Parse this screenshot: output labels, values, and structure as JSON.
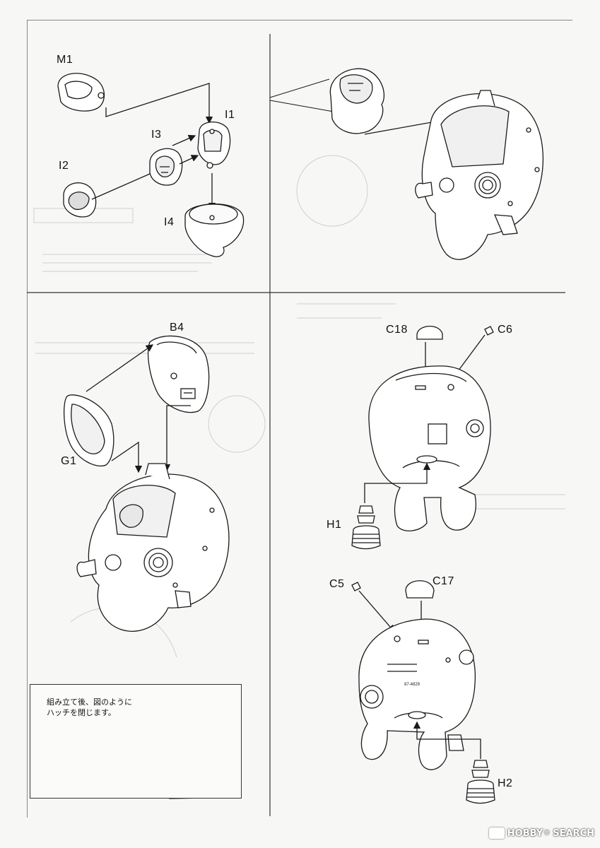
{
  "step_top_left": {
    "parts": {
      "m1": "M1",
      "i1": "I1",
      "i3": "I3",
      "i2": "I2",
      "i4": "I4"
    }
  },
  "step_bottom_left": {
    "parts": {
      "b4": "B4",
      "g1": "G1"
    },
    "note": {
      "line1": "組み立て後、図のように",
      "line2": "ハッチを閉じます。"
    }
  },
  "step_bottom_right": {
    "parts": {
      "c18": "C18",
      "c6": "C6",
      "h1": "H1",
      "c5": "C5",
      "c17": "C17",
      "h2": "H2"
    },
    "hull_marking": "87-4829"
  },
  "watermark": {
    "brand": "HOBBY",
    "brand2": "SEARCH",
    "mark": "®"
  },
  "colors": {
    "line": "#1a1a1a",
    "paper": "#f7f7f5",
    "faint": "#c8c8c8"
  }
}
